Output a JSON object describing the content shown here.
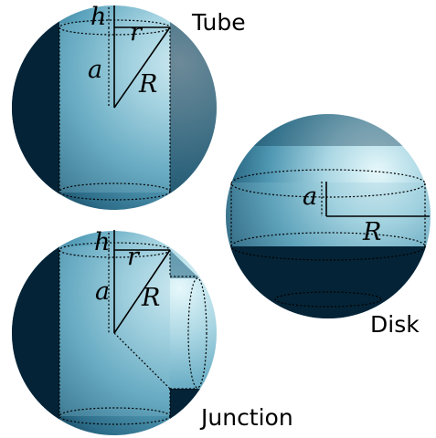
{
  "colors": {
    "sphere_highlight": "#e6f8fb",
    "sphere_mid": "#5ba3bd",
    "sphere_dark": "#042336",
    "band_tint": "#8cc3d3",
    "text": "#000000"
  },
  "tube": {
    "caption": "Tube",
    "label_h": "h",
    "label_r": "r",
    "label_a": "a",
    "label_R": "R"
  },
  "disk": {
    "caption": "Disk",
    "label_a": "a",
    "label_R": "R"
  },
  "junction": {
    "caption": "Junction",
    "label_h": "h",
    "label_r": "r",
    "label_a": "a",
    "label_R": "R"
  }
}
